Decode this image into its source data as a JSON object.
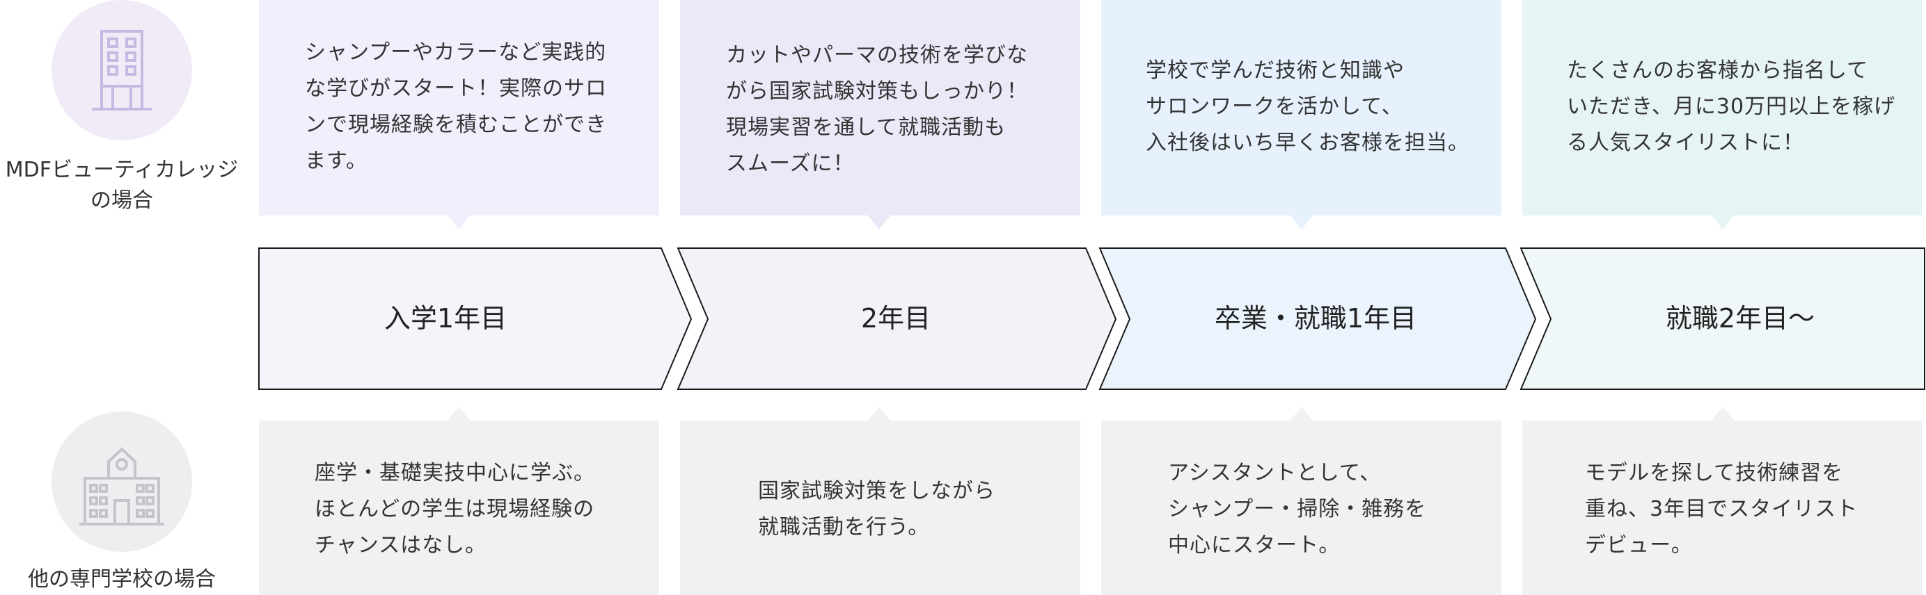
{
  "mdf": {
    "label_line1": "MDFビューティカレッジ",
    "label_line2": "の場合",
    "icon": "building-icon",
    "bubbles": [
      {
        "text": "シャンプーやカラーなど実践的\nな学びがスタート！実際のサロ\nンで現場経験を積むことができ\nます。"
      },
      {
        "text": "カットやパーマの技術を学びな\nがら国家試験対策もしっかり！\n現場実習を通して就職活動も\nスムーズに！"
      },
      {
        "text": "学校で学んだ技術と知識や\nサロンワークを活かして、\n入社後はいち早くお客様を担当。"
      },
      {
        "text": "たくさんのお客様から指名して\nいただき、月に30万円以上を稼げ\nる人気スタイリストに！"
      }
    ]
  },
  "stages": [
    {
      "label": "入学1年目"
    },
    {
      "label": "2年目"
    },
    {
      "label": "卒業・就職1年目"
    },
    {
      "label": "就職2年目〜"
    }
  ],
  "other": {
    "label": "他の専門学校の場合",
    "icon": "school-building-icon",
    "bubbles": [
      {
        "text": "座学・基礎実技中心に学ぶ。\nほとんどの学生は現場経験の\nチャンスはなし。"
      },
      {
        "text": "国家試験対策をしながら\n就職活動を行う。"
      },
      {
        "text": "アシスタントとして、\nシャンプー・掃除・雑務を\n中心にスタート。"
      },
      {
        "text": "モデルを探して技術練習を\n重ね、3年目でスタイリスト\nデビュー。"
      }
    ]
  },
  "colors": {
    "top_bubbles": [
      "#f3eefb",
      "#ebe9f8",
      "#e7f1fd",
      "#e7f4f5"
    ],
    "stage_fills": [
      "#f6f3fb",
      "#f2f2f8",
      "#ebf3fd",
      "#eff7f8"
    ],
    "bottom_bubble": "#f1f1f3",
    "mdf_circle": "#f1ebf8",
    "mdf_icon": "#c7b9e2",
    "other_circle": "#eeeef0",
    "other_icon": "#c4c4ca"
  }
}
